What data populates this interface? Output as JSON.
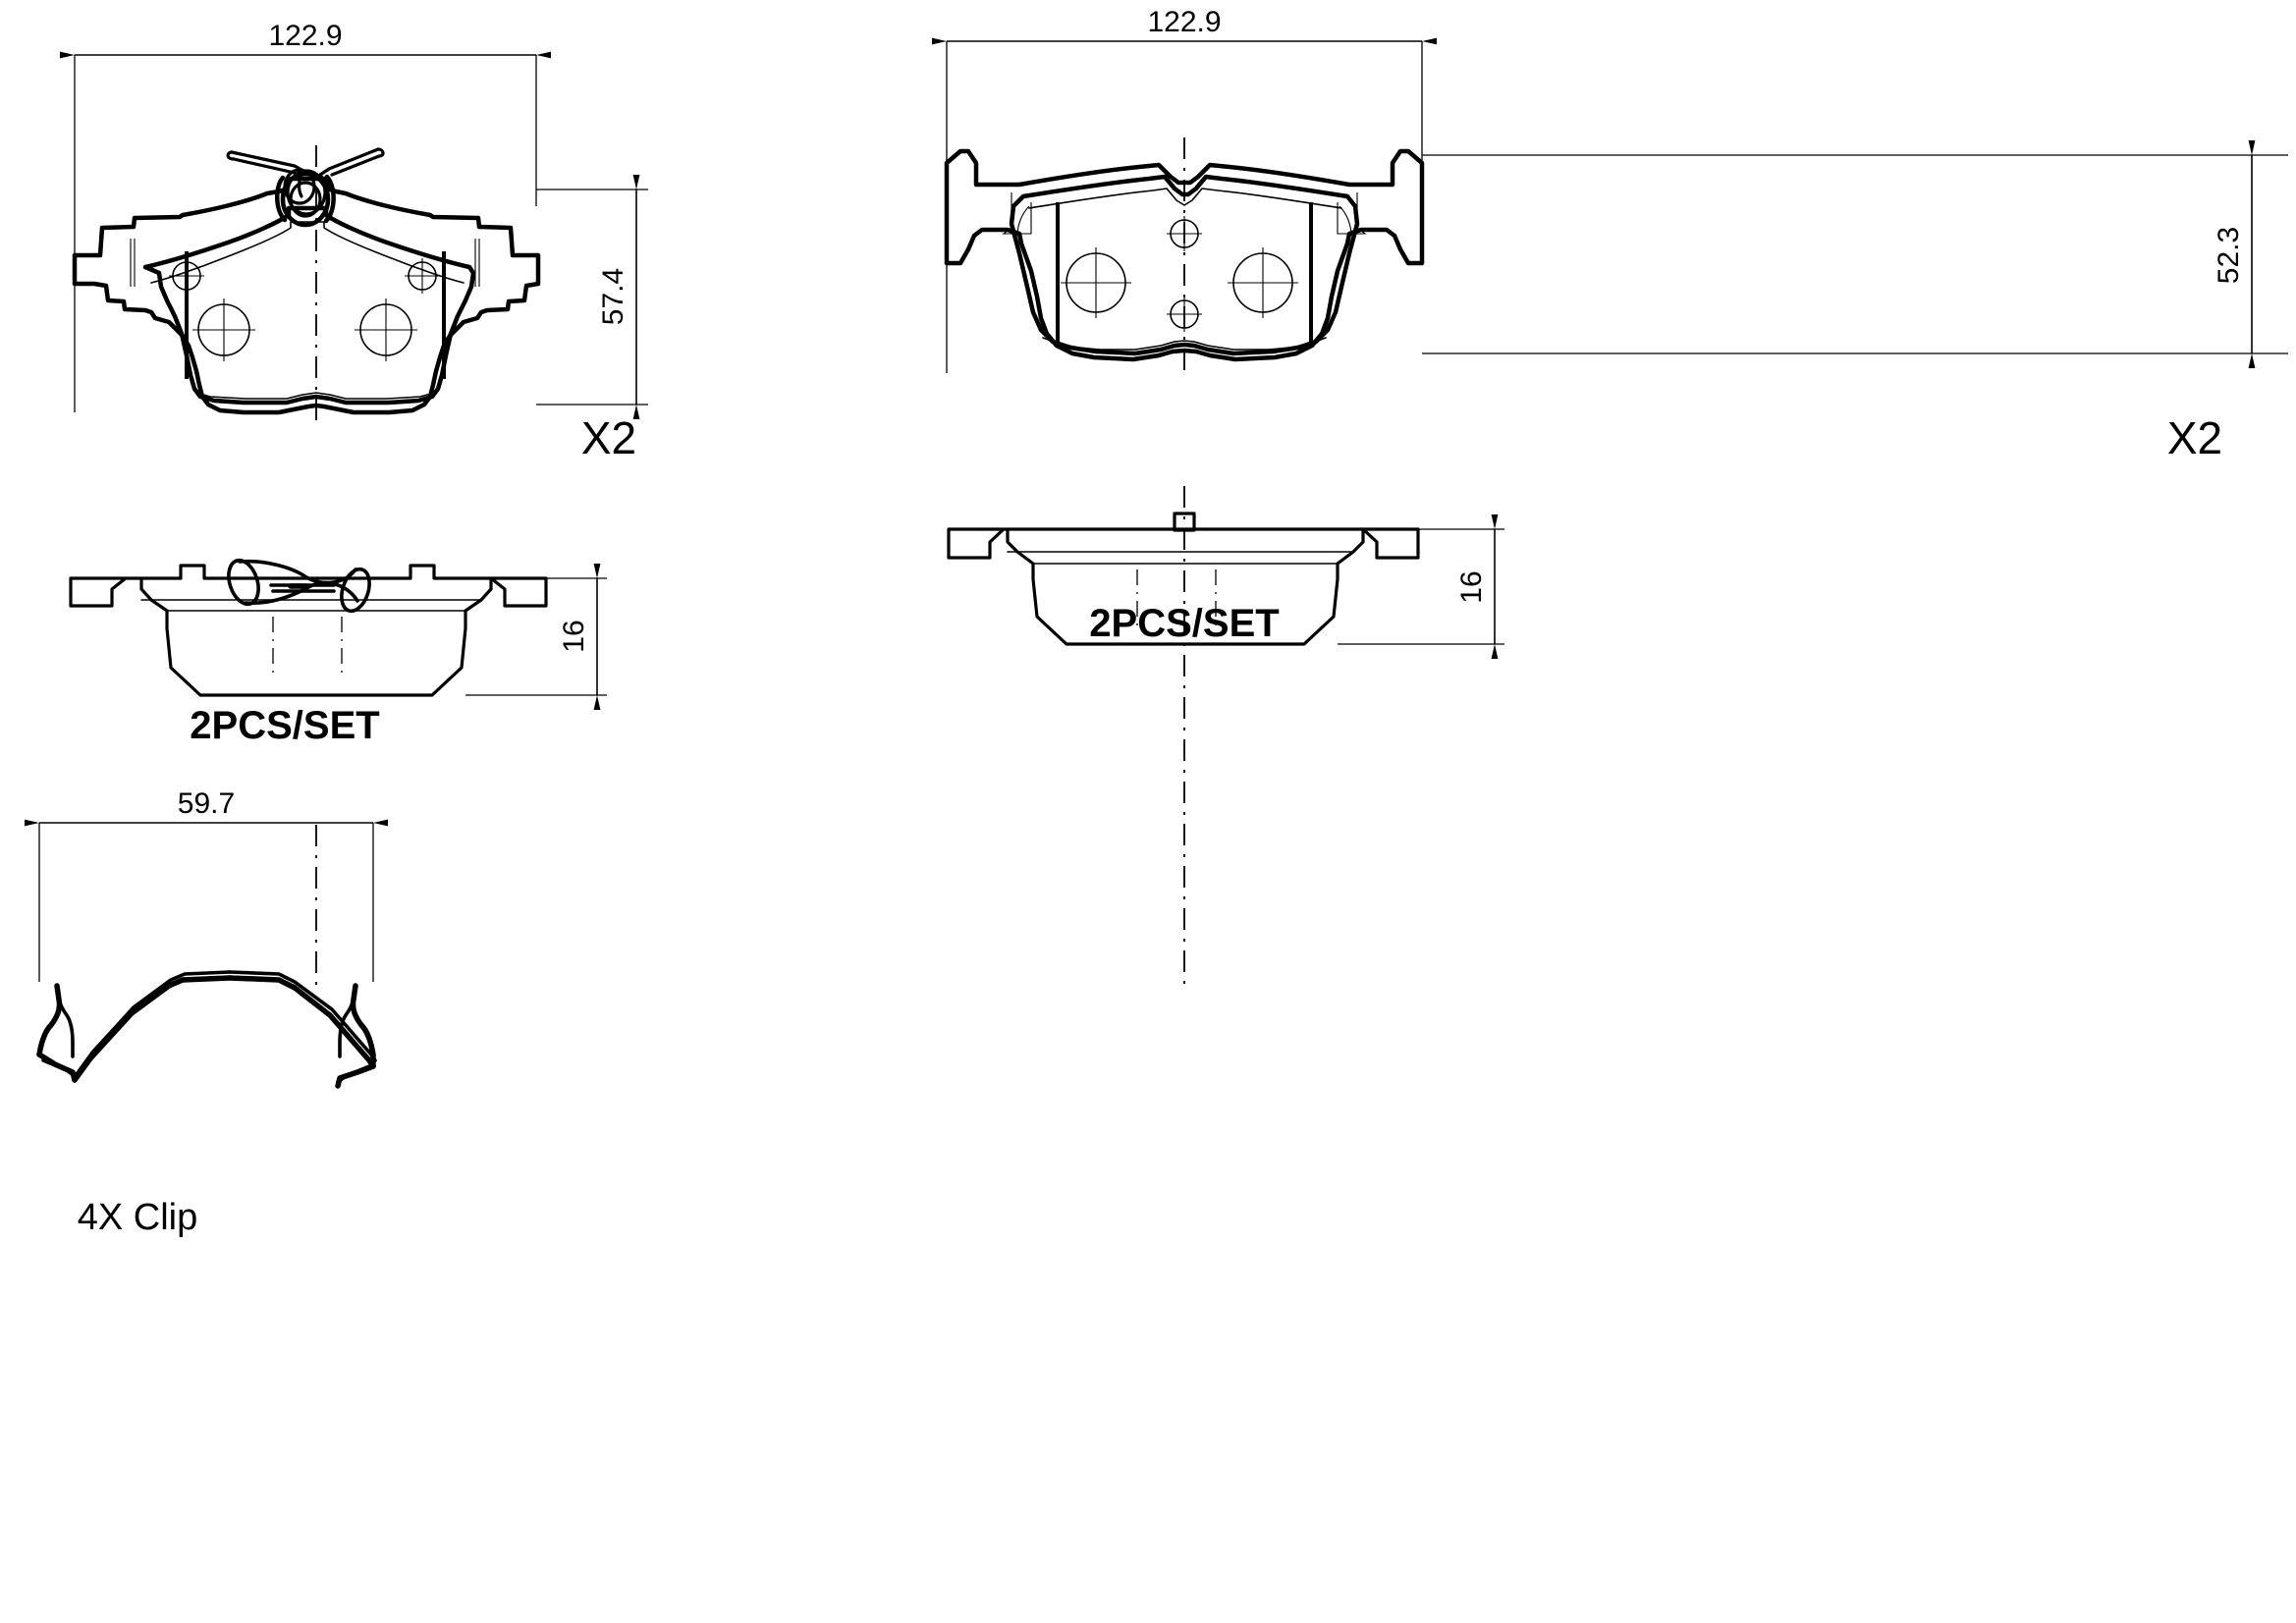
{
  "document": {
    "kind": "technical-drawing",
    "subject": "brake pad set dimensional drawing",
    "background_color": "#ffffff",
    "line_color": "#000000"
  },
  "views": {
    "rear_pad_front": {
      "name": "rear-brake-pad-front-view",
      "width_dimension": "122.9",
      "height_dimension": "57.4",
      "quantity_label": "X2"
    },
    "rear_pad_side": {
      "name": "rear-brake-pad-side-view",
      "thickness_dimension": "16",
      "set_label": "2PCS/SET"
    },
    "front_pad_front": {
      "name": "front-brake-pad-front-view",
      "width_dimension": "122.9",
      "height_dimension": "52.3",
      "quantity_label": "X2"
    },
    "front_pad_side": {
      "name": "front-brake-pad-side-view",
      "thickness_dimension": "16",
      "set_label": "2PCS/SET"
    },
    "clip": {
      "name": "anti-rattle-clip-view",
      "width_dimension": "59.7",
      "quantity_label": "4X Clip"
    }
  },
  "labels": {
    "dim_122_9_left": "122.9",
    "dim_57_4": "57.4",
    "dim_x2_left": "X2",
    "dim_16_left": "16",
    "set_left": "2PCS/SET",
    "dim_122_9_right": "122.9",
    "dim_52_3": "52.3",
    "dim_x2_right": "X2",
    "dim_16_right": "16",
    "set_right": "2PCS/SET",
    "dim_59_7": "59.7",
    "clip_label": "4X Clip"
  }
}
